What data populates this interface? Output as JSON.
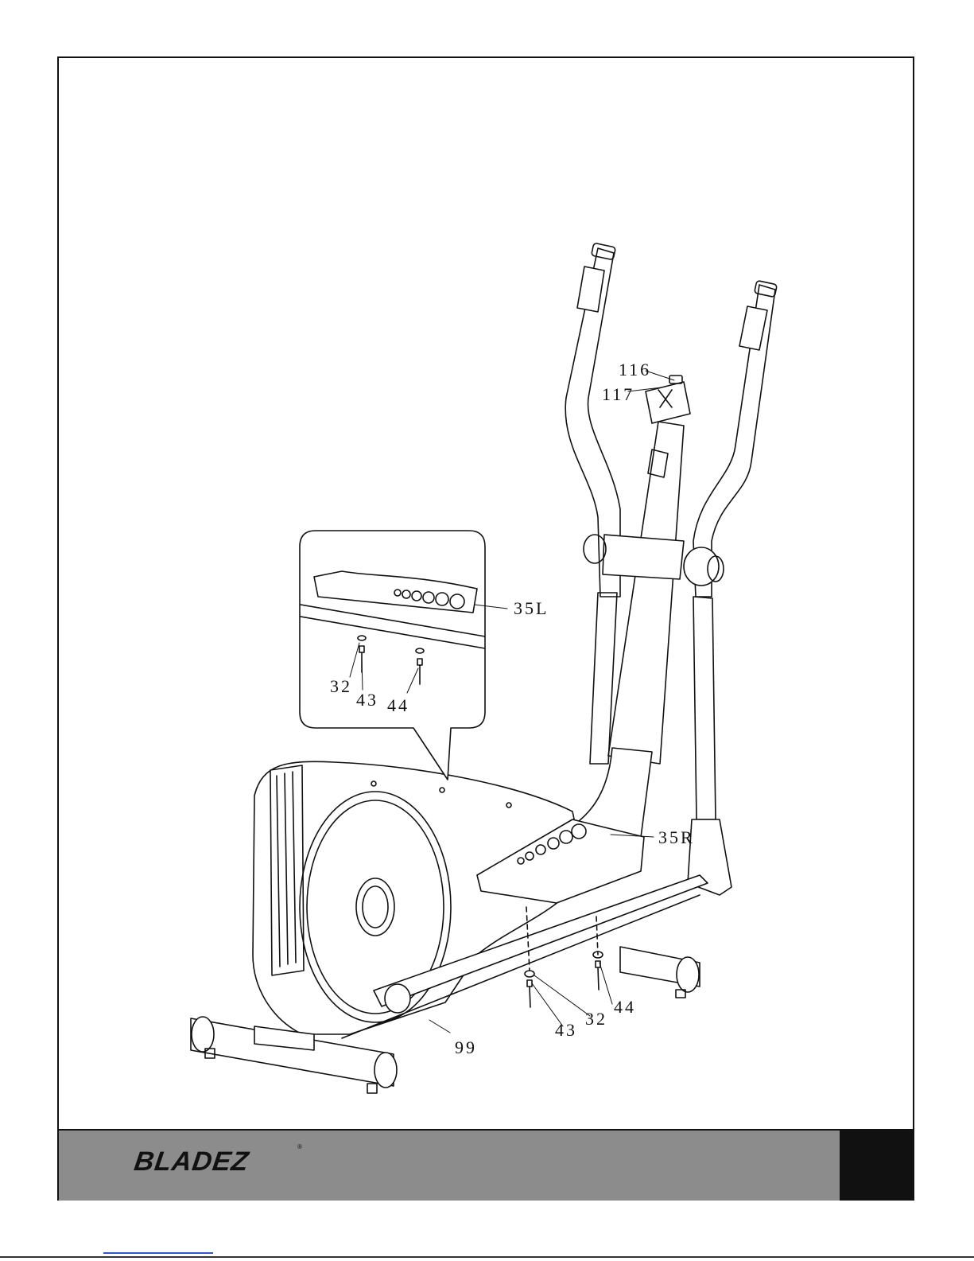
{
  "diagram": {
    "callouts": {
      "c116": "116",
      "c117": "117",
      "c35L": "35L",
      "c32a": "32",
      "c43a": "43",
      "c44a": "44",
      "c35R": "35R",
      "c99": "99",
      "c43b": "43",
      "c32b": "32",
      "c44b": "44"
    }
  },
  "footer": {
    "logo_text": "BLADEZ",
    "logo_mark": "®"
  }
}
